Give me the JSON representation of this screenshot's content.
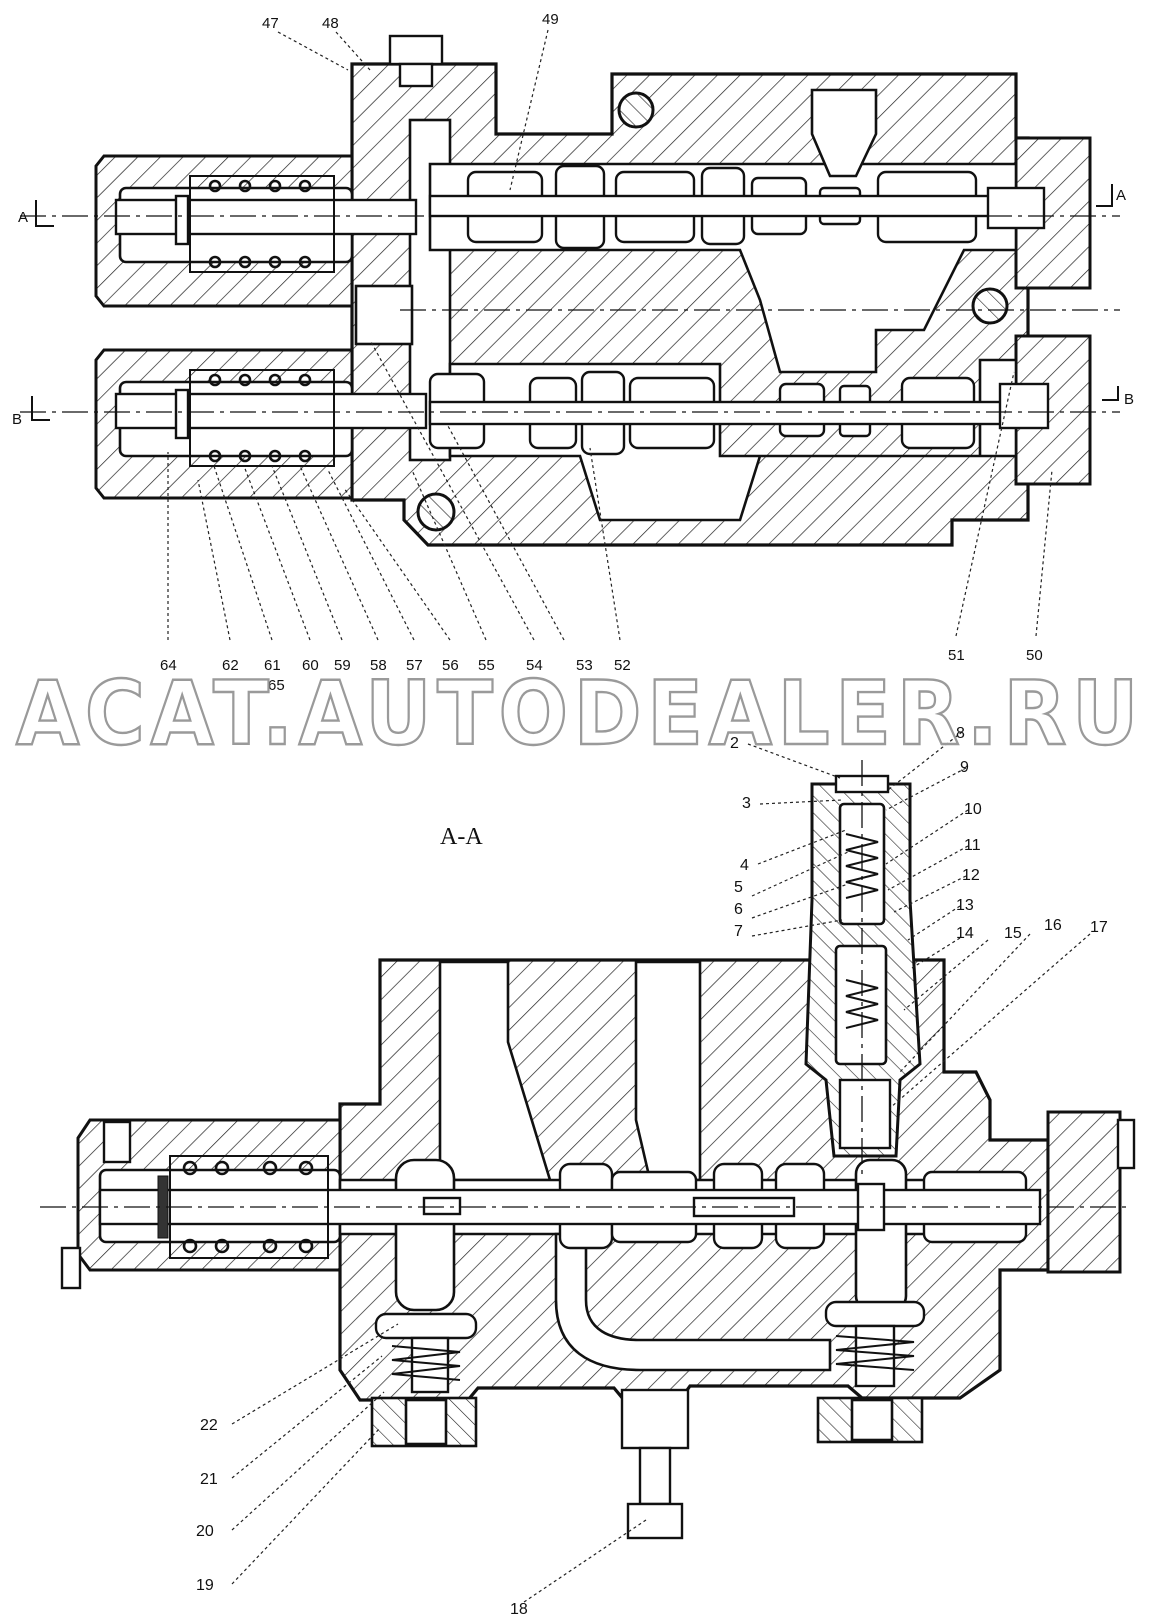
{
  "watermark": "ACAT.AUTODEALER.RU",
  "section_title": "A-A",
  "section_marks": {
    "a_left": "A",
    "a_right": "A",
    "b_left": "B",
    "b_right": "B"
  },
  "callouts_top": [
    "47",
    "48",
    "49",
    "64",
    "62",
    "61",
    "60",
    "59",
    "58",
    "57",
    "56",
    "55",
    "54",
    "53",
    "52",
    "51",
    "50",
    "65"
  ],
  "callouts_bottom": [
    "2",
    "3",
    "4",
    "5",
    "6",
    "7",
    "8",
    "9",
    "10",
    "11",
    "12",
    "13",
    "14",
    "15",
    "16",
    "17",
    "22",
    "21",
    "20",
    "19",
    "18"
  ],
  "colors": {
    "line": "#111111",
    "background": "#ffffff",
    "watermark": "#9a9a9a"
  }
}
